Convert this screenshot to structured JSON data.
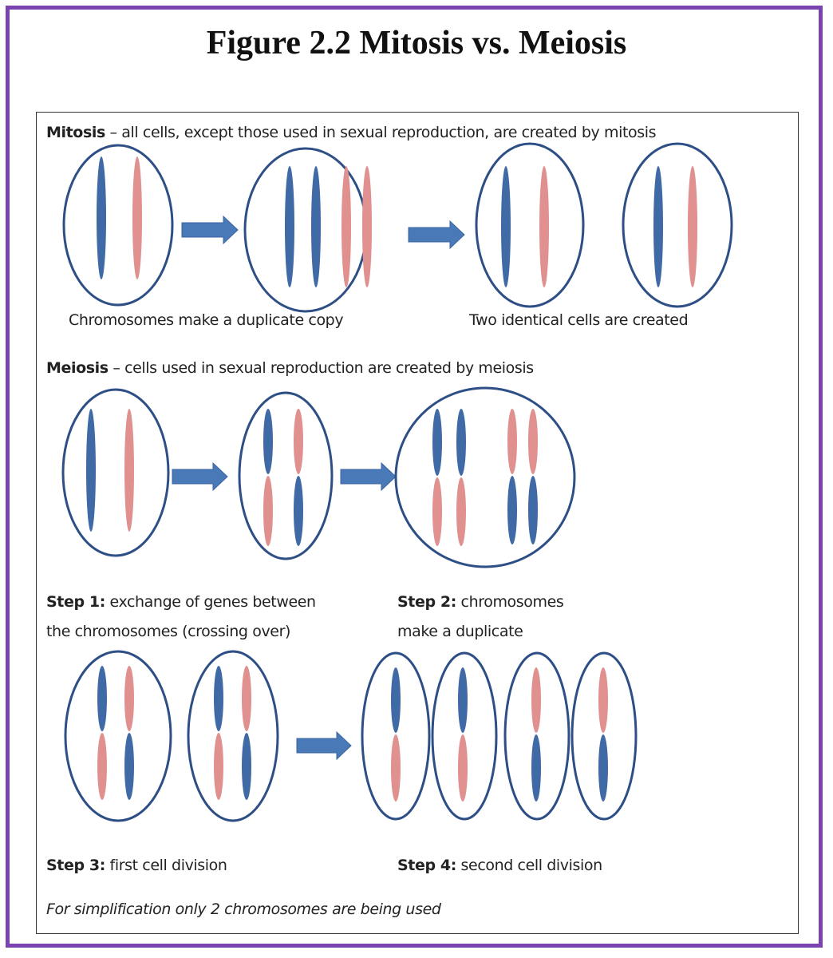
{
  "title": "Figure 2.2 Mitosis vs. Meiosis",
  "mitosis": {
    "heading": "Mitosis",
    "desc": "– all cells, except those used in sexual reproduction,  are created by mitosis",
    "caption_left": "Chromosomes make a duplicate copy",
    "caption_right": "Two identical cells are created"
  },
  "meiosis": {
    "heading": "Meiosis",
    "desc": "– cells used in sexual reproduction  are created by  meiosis",
    "step1_label": "Step 1:",
    "step1_line1": "exchange of genes between",
    "step1_line2": "the chromosomes (crossing over)",
    "step2_label": "Step 2:",
    "step2_line1": "chromosomes",
    "step2_line2": "make a duplicate",
    "step3_label": "Step 3:",
    "step3_text": "first cell division",
    "step4_label": "Step 4:",
    "step4_text": "second cell division"
  },
  "footnote": "For simplification only 2 chromosomes are being used",
  "colors": {
    "frame": "#7b43b0",
    "cell_outline": "#2e4f86",
    "chromosome_blue": "#3f6aa6",
    "chromosome_pink": "#e0908f",
    "arrow": "#4a79b8"
  }
}
